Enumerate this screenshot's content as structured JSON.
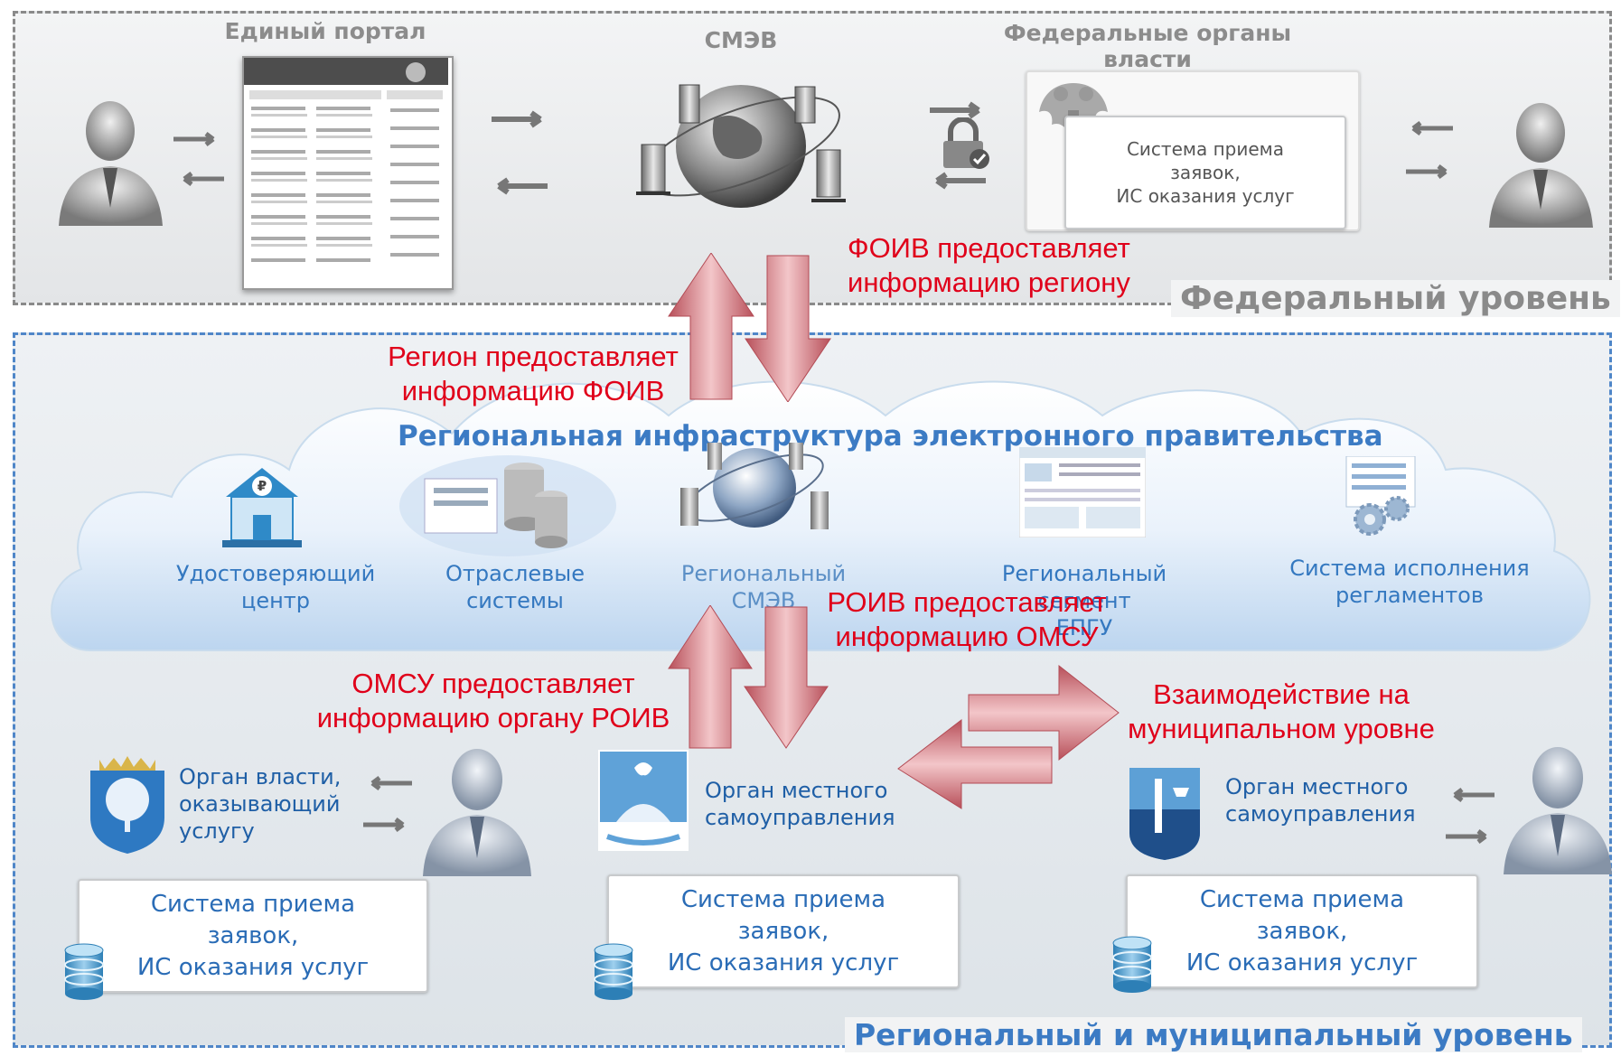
{
  "federal": {
    "portal_title": "Единый портал",
    "smev_title": "СМЭВ",
    "fed_bodies_title": "Федеральные органы власти",
    "fed_system": "Система приема\nзаявок,\nИС оказания услуг",
    "level_label": "Федеральный уровень"
  },
  "annotations": {
    "foiv_to_region": "ФОИВ предоставляет\nинформацию региону",
    "region_to_foiv": "Регион предоставляет\nинформацию ФОИВ",
    "roiv_to_omsu": "РОИВ предоставляет\nинформацию ОМСУ",
    "omsu_to_roiv": "ОМСУ предоставляет\nинформацию органу РОИВ",
    "municipal": "Взаимодействие на\nмуниципальном уровне"
  },
  "regional": {
    "cloud_title": "Региональная инфраструктура электронного правительства",
    "items": [
      {
        "label": "Удостоверяющий центр",
        "icon": "bank-building-icon"
      },
      {
        "label": "Отраслевые\nсистемы",
        "icon": "database-icon"
      },
      {
        "label": "Региональный\nСМЭВ",
        "icon": "globe-servers-icon"
      },
      {
        "label": "Региональный сегмент\nЕПГУ",
        "icon": "portal-screenshot-icon"
      },
      {
        "label": "Система исполнения\nрегламентов",
        "icon": "gears-icon"
      }
    ],
    "orgs": [
      {
        "label": "Орган власти,\nоказывающий\nуслугу",
        "icon": "coat-of-arms-tree-icon"
      },
      {
        "label": "Орган местного\nсамоуправления",
        "icon": "coat-of-arms-ship-icon"
      },
      {
        "label": "Орган местного\nсамоуправления",
        "icon": "coat-of-arms-tower-icon"
      }
    ],
    "systems": [
      "Система приема\nзаявок,\nИС оказания услуг",
      "Система приема\nзаявок,\nИС оказания услуг",
      "Система приема\nзаявок,\nИС оказания услуг"
    ],
    "level_label": "Региональный и муниципальный уровень"
  },
  "colors": {
    "annotation_red": "#e0001a",
    "regional_blue": "#3c7bc4",
    "federal_gray": "#8c8c8c",
    "arrow_red": "#c86a70"
  }
}
